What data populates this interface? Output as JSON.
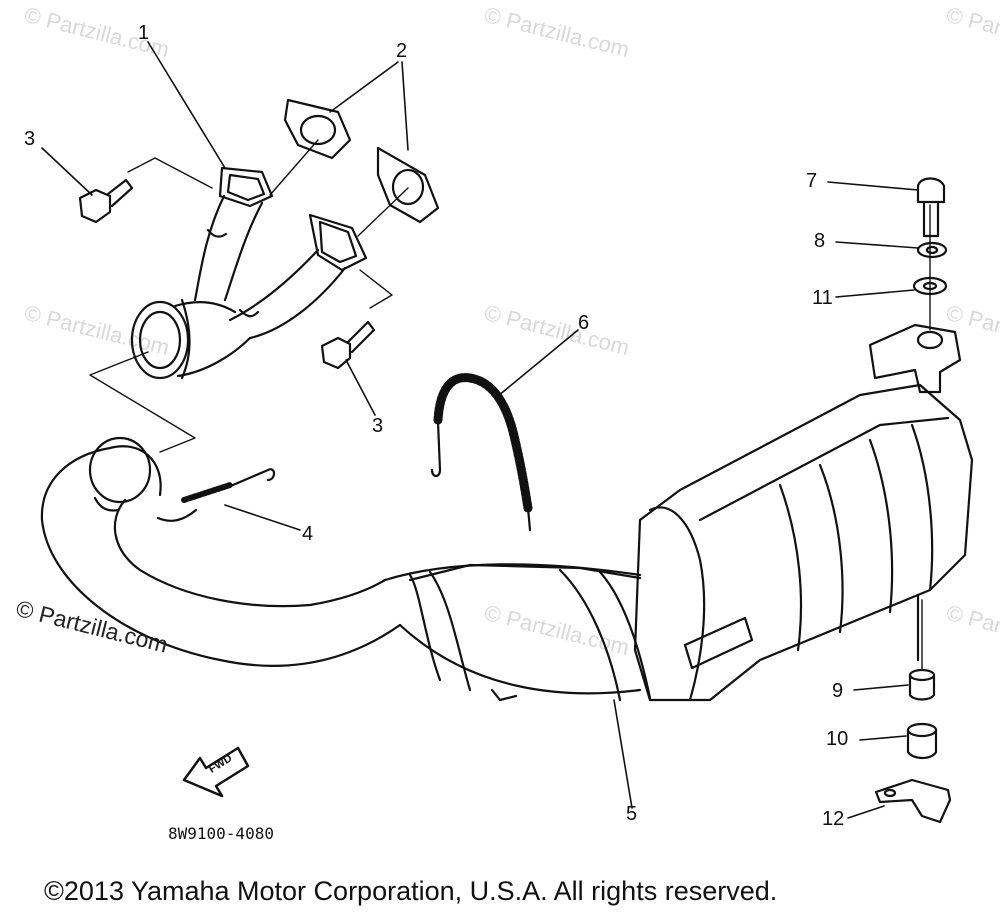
{
  "watermarks": {
    "short": "© Partzilla.com",
    "main": "© Partzilla.com"
  },
  "callouts": {
    "c1": "1",
    "c2": "2",
    "c3a": "3",
    "c3b": "3",
    "c4": "4",
    "c5": "5",
    "c6": "6",
    "c7": "7",
    "c8": "8",
    "c9": "9",
    "c10": "10",
    "c11": "11",
    "c12": "12"
  },
  "fwd_label": "FWD",
  "diagram_code": "8W9100-4080",
  "copyright": "©2013 Yamaha Motor Corporation, U.S.A. All rights reserved."
}
